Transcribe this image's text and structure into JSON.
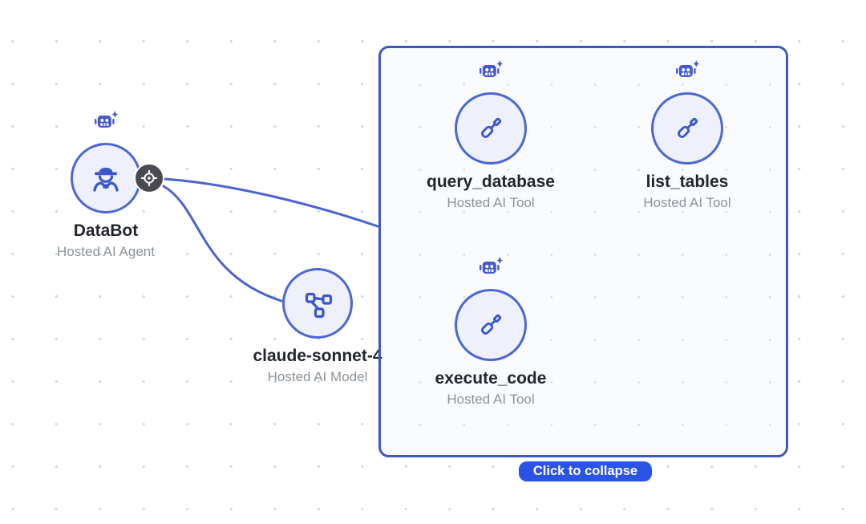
{
  "panel": {
    "collapse_button_label": "Click to collapse",
    "type": "tool-group"
  },
  "nodes": {
    "databot": {
      "label": "DataBot",
      "sublabel": "Hosted AI Agent",
      "icon": "spy-agent-icon",
      "badge_icon": "robot-sparkle-icon",
      "handle_icon": "target-crosshair-icon"
    },
    "model": {
      "label": "claude-sonnet-4",
      "sublabel": "Hosted AI Model",
      "icon": "network-nodes-icon"
    },
    "query_database": {
      "label": "query_database",
      "sublabel": "Hosted AI Tool",
      "icon": "screwdriver-tool-icon",
      "badge_icon": "robot-sparkle-icon"
    },
    "list_tables": {
      "label": "list_tables",
      "sublabel": "Hosted AI Tool",
      "icon": "screwdriver-tool-icon",
      "badge_icon": "robot-sparkle-icon"
    },
    "execute_code": {
      "label": "execute_code",
      "sublabel": "Hosted AI Tool",
      "icon": "screwdriver-tool-icon",
      "badge_icon": "robot-sparkle-icon"
    }
  },
  "colors": {
    "node_border": "#4b67d3",
    "node_fill": "#eef1fc",
    "edge": "#4a63cf",
    "panel_border": "#3e5ac1",
    "panel_fill": "#fafbfe",
    "collapse_button_bg": "#2b53e6",
    "collapse_button_text": "#ffffff",
    "label_text": "#23262e",
    "sublabel_text": "#8d929b",
    "crosshair_bg": "#4a4a53",
    "icon_blue": "#4459ce",
    "dot_grid": "#8dc7b5"
  }
}
